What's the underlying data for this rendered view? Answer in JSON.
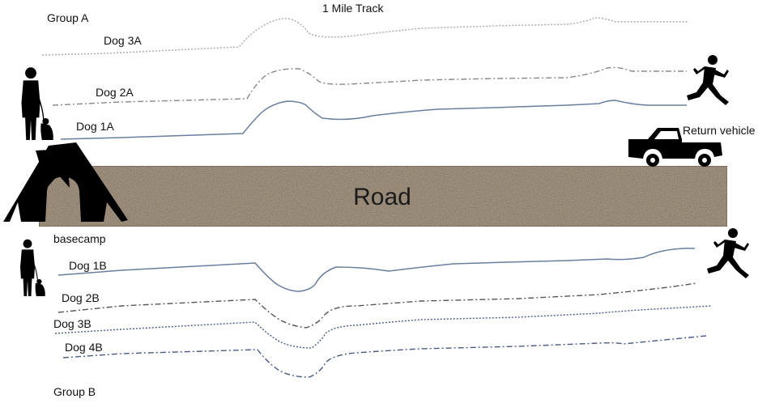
{
  "title": "1 Mile Track",
  "road_label": "Road",
  "groups": {
    "a": {
      "label": "Group A"
    },
    "b": {
      "label": "Group B"
    }
  },
  "dogs": {
    "dog3a": {
      "label": "Dog 3A"
    },
    "dog2a": {
      "label": "Dog 2A"
    },
    "dog1a": {
      "label": "Dog 1A"
    },
    "dog1b": {
      "label": "Dog 1B"
    },
    "dog2b": {
      "label": "Dog 2B"
    },
    "dog3b": {
      "label": "Dog 3B"
    },
    "dog4b": {
      "label": "Dog 4B"
    }
  },
  "basecamp_label": "basecamp",
  "vehicle_label": "Return vehicle",
  "colors": {
    "road": "#a89a88",
    "track_solid": "#6a7d9e",
    "track_gray": "#9a9a9a",
    "track_navy": "#4a5a80",
    "silhouette": "#000000"
  },
  "icons": [
    "handler-dog-icon",
    "tent-icon",
    "runner-icon",
    "truck-icon"
  ]
}
